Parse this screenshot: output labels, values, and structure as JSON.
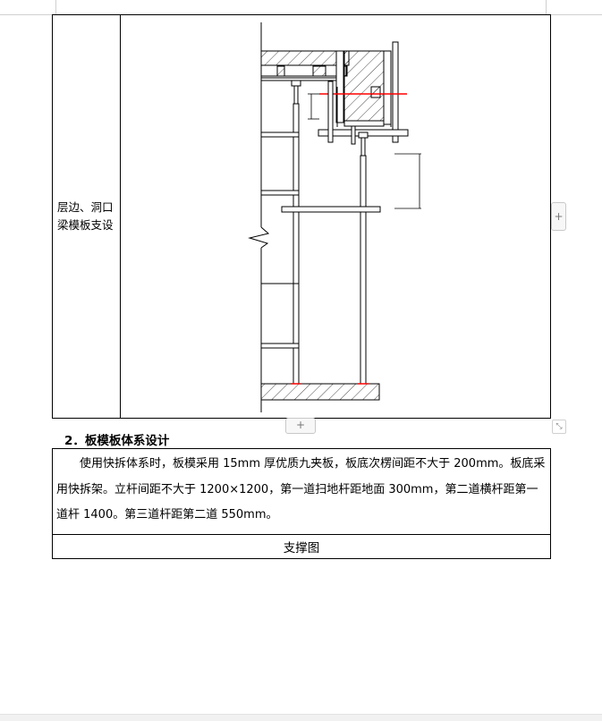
{
  "section1": {
    "label": "层边、洞口梁模板支设"
  },
  "toolbar": {
    "add_right": "+",
    "add_bottom": "+",
    "resize": "⤡"
  },
  "section2": {
    "heading": "2．板模板体系设计",
    "paragraph": "使用快拆体系时，板模采用 15mm 厚优质九夹板，板底次楞间距不大于 200mm。板底采用快拆架。立杆间距不大于 1200×1200，第一道扫地杆距地面 300mm，第二道横杆距第一道杆 1400。第三道杆距第二道 550mm。",
    "caption": "支撑图"
  },
  "colors": {
    "line": "#000000",
    "marker": "#ff0000",
    "guide": "#d0d0d0"
  }
}
